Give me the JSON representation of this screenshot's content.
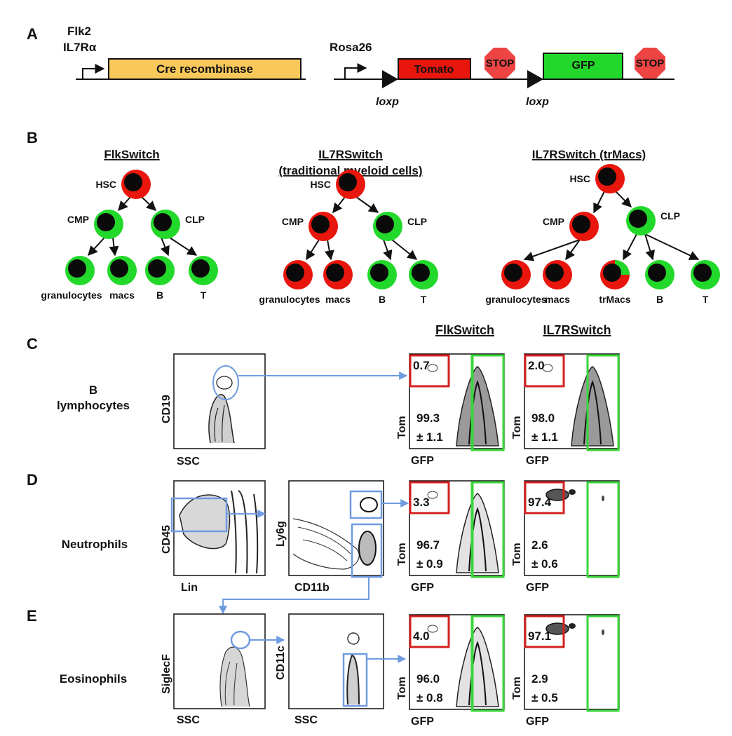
{
  "panels": {
    "a": "A",
    "b": "B",
    "c": "C",
    "d": "D",
    "e": "E"
  },
  "construct": {
    "promoter1_line1": "Flk2",
    "promoter1_line2": "IL7Rα",
    "cre": "Cre recombinase",
    "rosa": "Rosa26",
    "tomato": "Tomato",
    "stop": "STOP",
    "gfp": "GFP",
    "loxp": "loxp"
  },
  "colors": {
    "tomato": "#e8160c",
    "gfp": "#22d82a",
    "cre": "#f8c85a",
    "stop": "#ee4444",
    "gate_blue": "#6f9be0",
    "gate_red": "#d42020",
    "gate_green": "#3ad63a"
  },
  "trees": [
    {
      "title_lines": [
        "FlkSwitch"
      ],
      "nodes": [
        {
          "label": "HSC",
          "color": "red"
        },
        {
          "label": "CMP",
          "color": "green"
        },
        {
          "label": "CLP",
          "color": "green"
        },
        {
          "label": "granulocytes",
          "color": "green"
        },
        {
          "label": "macs",
          "color": "green"
        },
        {
          "label": "B",
          "color": "green"
        },
        {
          "label": "T",
          "color": "green"
        }
      ]
    },
    {
      "title_lines": [
        "IL7RSwitch",
        "(traditional myeloid cells)"
      ],
      "nodes": [
        {
          "label": "HSC",
          "color": "red"
        },
        {
          "label": "CMP",
          "color": "red"
        },
        {
          "label": "CLP",
          "color": "green"
        },
        {
          "label": "granulocytes",
          "color": "red"
        },
        {
          "label": "macs",
          "color": "red"
        },
        {
          "label": "B",
          "color": "green"
        },
        {
          "label": "T",
          "color": "green"
        }
      ]
    },
    {
      "title_lines": [
        "IL7RSwitch (trMacs)"
      ],
      "nodes": [
        {
          "label": "HSC",
          "color": "red"
        },
        {
          "label": "CMP",
          "color": "red"
        },
        {
          "label": "CLP",
          "color": "green"
        },
        {
          "label": "granulocytes",
          "color": "red"
        },
        {
          "label": "macs",
          "color": "red"
        },
        {
          "label": "trMacs",
          "color": "mixed"
        },
        {
          "label": "B",
          "color": "green"
        },
        {
          "label": "T",
          "color": "green"
        }
      ]
    }
  ],
  "flow": {
    "col_headers": [
      "FlkSwitch",
      "IL7RSwitch"
    ],
    "rows": [
      {
        "cell_line1": "B",
        "cell_line2": "lymphocytes",
        "gating": [
          {
            "y": "CD19",
            "x": "SSC"
          }
        ],
        "results": [
          {
            "tom": "0.7",
            "gfp_mean": "99.3",
            "gfp_sd": "± 1.1"
          },
          {
            "tom": "2.0",
            "gfp_mean": "98.0",
            "gfp_sd": "± 1.1"
          }
        ]
      },
      {
        "cell_line1": "Neutrophils",
        "cell_line2": "",
        "gating": [
          {
            "y": "CD45",
            "x": "Lin"
          },
          {
            "y": "Ly6g",
            "x": "CD11b"
          }
        ],
        "results": [
          {
            "tom": "3.3",
            "gfp_mean": "96.7",
            "gfp_sd": "± 0.9"
          },
          {
            "tom": "97.4",
            "gfp_mean": "2.6",
            "gfp_sd": "± 0.6"
          }
        ]
      },
      {
        "cell_line1": "Eosinophils",
        "cell_line2": "",
        "gating": [
          {
            "y": "SiglecF",
            "x": "SSC"
          },
          {
            "y": "CD11c",
            "x": "SSC"
          }
        ],
        "results": [
          {
            "tom": "4.0",
            "gfp_mean": "96.0",
            "gfp_sd": "± 0.8"
          },
          {
            "tom": "97.1",
            "gfp_mean": "2.9",
            "gfp_sd": "± 0.5"
          }
        ]
      }
    ],
    "axis_tom": "Tom",
    "axis_gfp": "GFP"
  }
}
